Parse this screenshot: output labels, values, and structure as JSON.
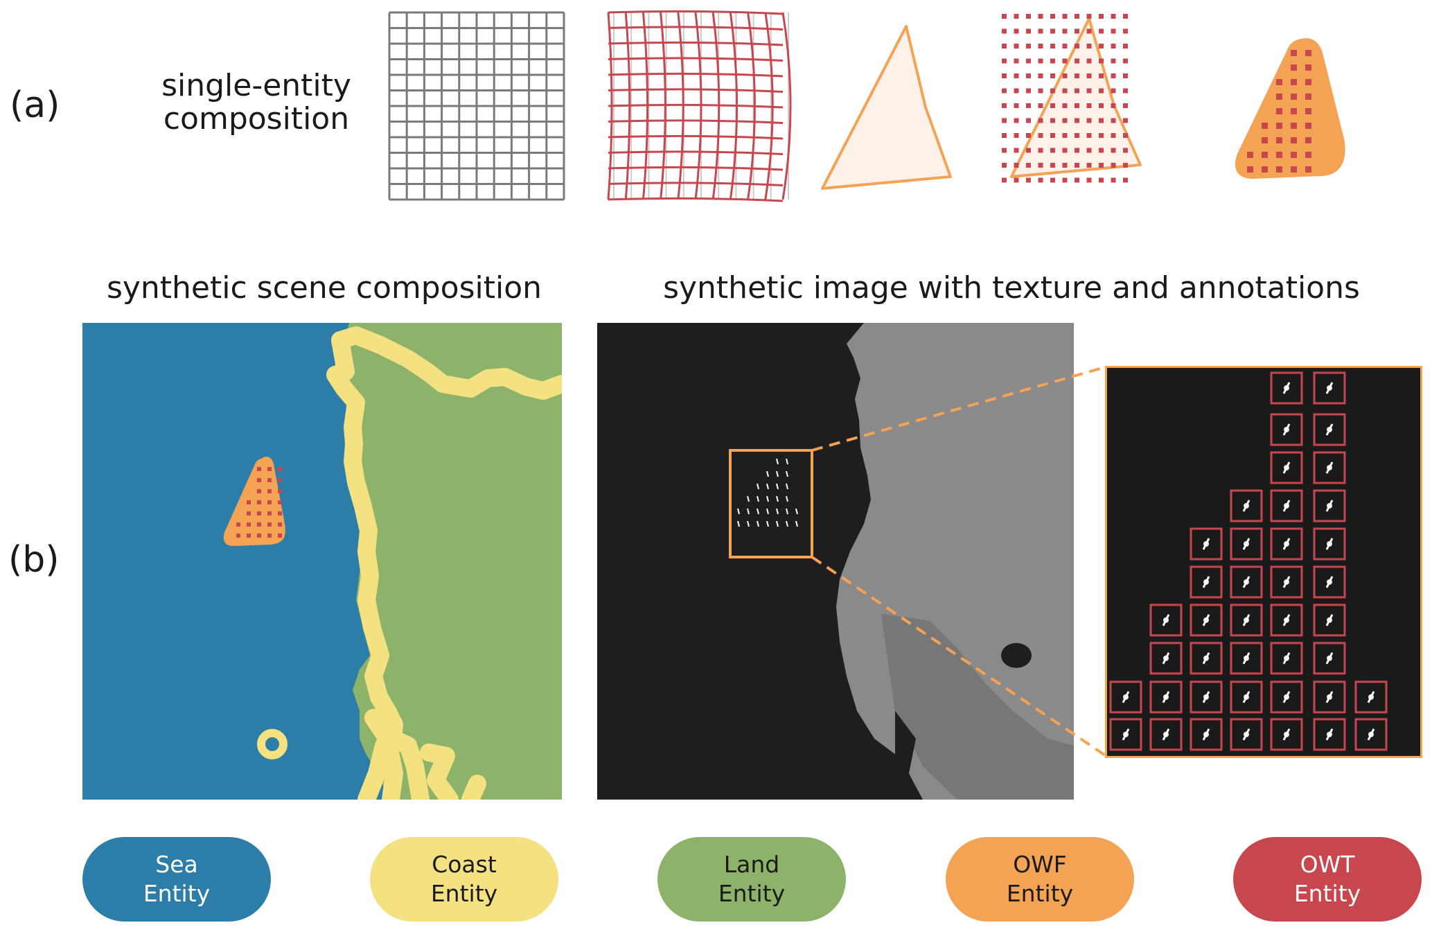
{
  "panel_a": {
    "label": "(a)",
    "caption_line1": "single-entity",
    "caption_line2": "composition",
    "steps": [
      "grid-icon",
      "warped-grid-icon",
      "polygon-icon",
      "masked-dots-icon",
      "owf-blob-icon"
    ]
  },
  "panel_b": {
    "label": "(b)",
    "left_title": "synthetic scene composition",
    "right_title": "synthetic image with texture and annotations"
  },
  "legend": [
    {
      "line1": "Sea",
      "line2": "Entity",
      "color": "#2c7ea8",
      "text_color": "#ffffff"
    },
    {
      "line1": "Coast",
      "line2": "Entity",
      "color": "#f3e182",
      "text_color": "#1a1a1a"
    },
    {
      "line1": "Land",
      "line2": "Entity",
      "color": "#8db36b",
      "text_color": "#1a1a1a"
    },
    {
      "line1": "OWF",
      "line2": "Entity",
      "color": "#f4a253",
      "text_color": "#1a1a1a"
    },
    {
      "line1": "OWT",
      "line2": "Entity",
      "color": "#c8474e",
      "text_color": "#ffffff"
    }
  ],
  "colors": {
    "grid": "#7a7a7a",
    "owt_red": "#c8474e",
    "owf_orange": "#f4a253",
    "polygon_fill": "#fdf1ea",
    "sea": "#2c7ea8",
    "coast": "#f3e182",
    "land": "#8db36b",
    "sar_background": "#1e1e1e",
    "sar_land": "#8a8a8a"
  }
}
